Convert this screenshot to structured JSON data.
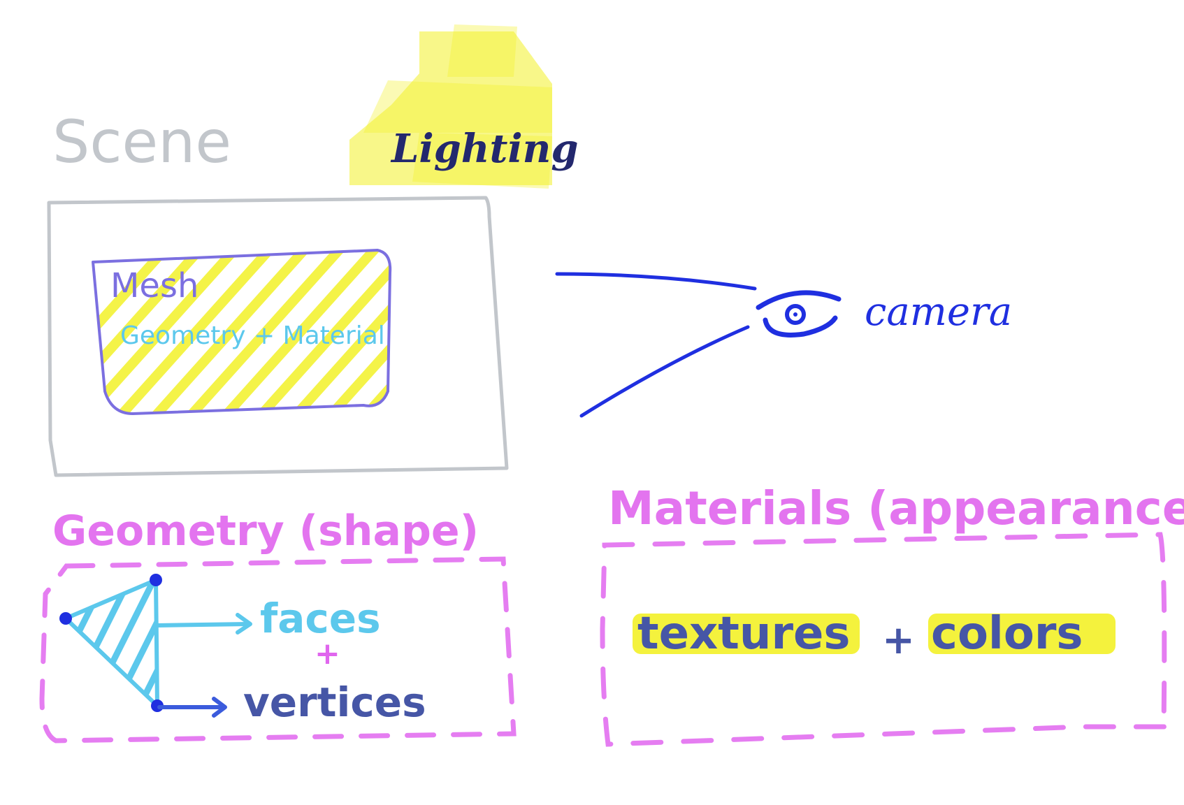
{
  "labels": {
    "scene": "Scene",
    "lighting": "Lighting",
    "mesh": "Mesh",
    "mesh_formula": "Geometry + Material",
    "camera": "camera",
    "geometry_title": "Geometry (shape)",
    "materials_title": "Materials (appearance)",
    "faces": "faces",
    "plus_small": "+",
    "vertices": "vertices",
    "textures": "textures",
    "plus": "+",
    "colors": "colors"
  },
  "colors": {
    "gray": "#c2c6cb",
    "blue": "#1f2fe0",
    "dark_blue": "#23286e",
    "purple": "#7b6fe0",
    "yellow": "#f3f128",
    "light_blue": "#5cc8ec",
    "magenta": "#e066ee",
    "slate": "#4656a6"
  }
}
